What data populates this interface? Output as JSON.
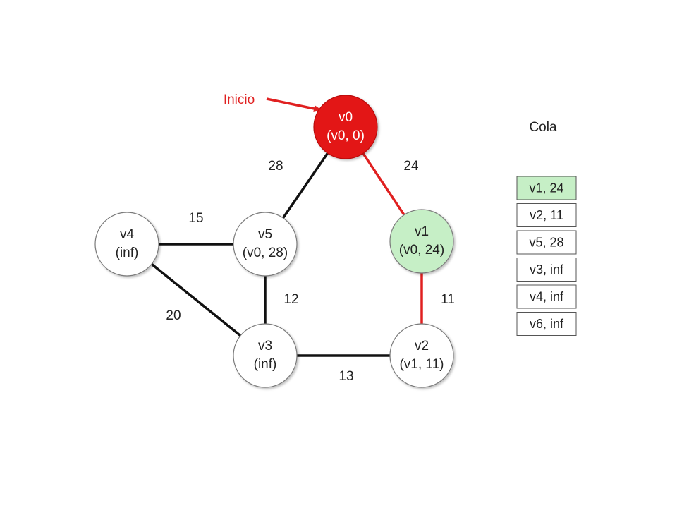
{
  "colors": {
    "start_fill": "#e31313",
    "visited_fill": "#c6efc6",
    "default_fill": "#ffffff",
    "highlight_edge": "#e02020",
    "default_edge": "#111111",
    "start_label": "#e02020"
  },
  "start_label": "Inicio",
  "queue_title": "Cola",
  "nodes": [
    {
      "id": "v0",
      "name": "v0",
      "value": "(v0, 0)",
      "state": "start"
    },
    {
      "id": "v1",
      "name": "v1",
      "value": "(v0, 24)",
      "state": "visited"
    },
    {
      "id": "v2",
      "name": "v2",
      "value": "(v1, 11)",
      "state": "default"
    },
    {
      "id": "v3",
      "name": "v3",
      "value": "(inf)",
      "state": "default"
    },
    {
      "id": "v4",
      "name": "v4",
      "value": "(inf)",
      "state": "default"
    },
    {
      "id": "v5",
      "name": "v5",
      "value": "(v0, 28)",
      "state": "default"
    }
  ],
  "edges": [
    {
      "from": "v0",
      "to": "v5",
      "weight": "28",
      "highlight": false
    },
    {
      "from": "v0",
      "to": "v1",
      "weight": "24",
      "highlight": true
    },
    {
      "from": "v1",
      "to": "v2",
      "weight": "11",
      "highlight": true
    },
    {
      "from": "v4",
      "to": "v5",
      "weight": "15",
      "highlight": false
    },
    {
      "from": "v4",
      "to": "v3",
      "weight": "20",
      "highlight": false
    },
    {
      "from": "v5",
      "to": "v3",
      "weight": "12",
      "highlight": false
    },
    {
      "from": "v3",
      "to": "v2",
      "weight": "13",
      "highlight": false
    }
  ],
  "queue": [
    {
      "label": "v1, 24",
      "highlight": true
    },
    {
      "label": "v2, 11",
      "highlight": false
    },
    {
      "label": "v5, 28",
      "highlight": false
    },
    {
      "label": "v3, inf",
      "highlight": false
    },
    {
      "label": "v4, inf",
      "highlight": false
    },
    {
      "label": "v6, inf",
      "highlight": false
    }
  ]
}
